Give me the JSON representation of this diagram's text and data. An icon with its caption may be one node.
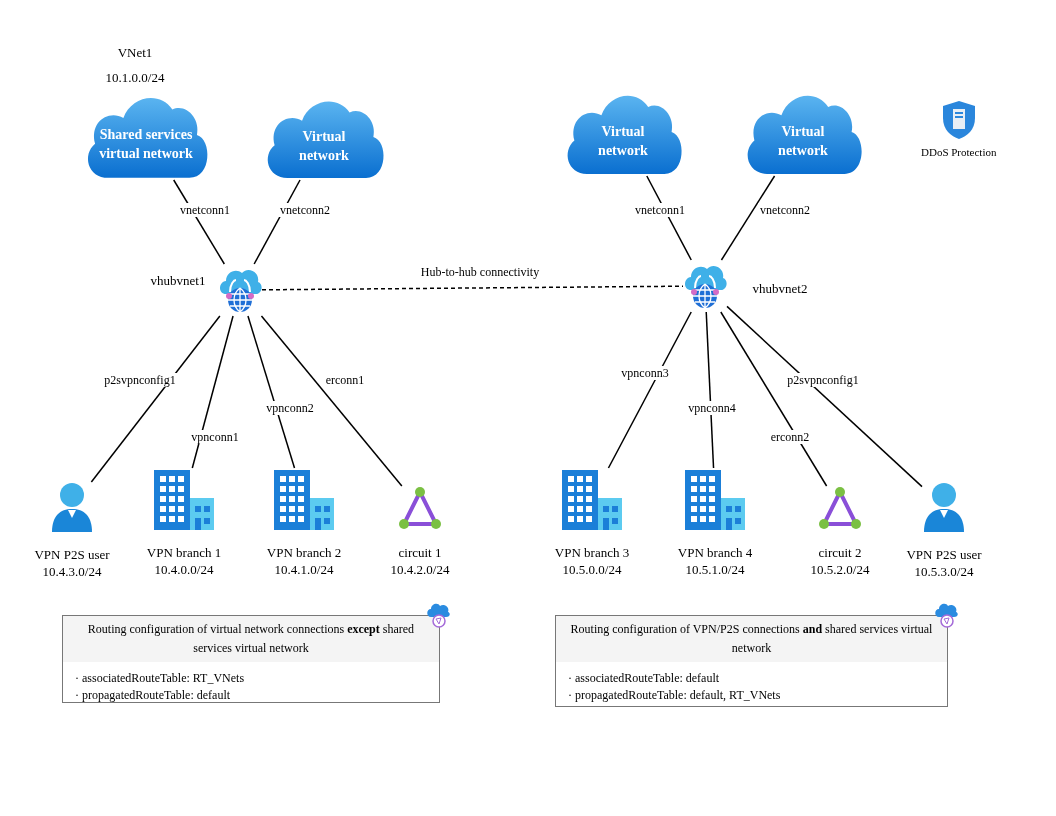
{
  "diagram": {
    "nodes": [
      {
        "text": [
          "Shared services virtual network"
        ],
        "beside": [
          "VNet1",
          "10.1.0.0/24"
        ]
      },
      {
        "text": [
          "Virtual network"
        ]
      },
      {
        "text": [
          "Virtual network"
        ]
      },
      {
        "text": [
          "Virtual network"
        ]
      },
      {
        "text": [],
        "shape": "cloud",
        "beside": [
          "vhubvnet1"
        ]
      },
      {
        "text": [],
        "shape": "cloud",
        "beside": [
          "vhubvnet2"
        ]
      },
      {
        "text": [],
        "shape": "person",
        "beside": [
          "VPN P2S user",
          "10.4.3.0/24"
        ]
      },
      {
        "text": [],
        "shape": "building",
        "beside": [
          "VPN branch 1",
          "10.4.0.0/24"
        ]
      },
      {
        "text": [],
        "shape": "building",
        "beside": [
          "VPN branch 2",
          "10.4.1.0/24"
        ]
      },
      {
        "text": [],
        "shape": "triangle",
        "beside": [
          "circuit 1",
          "10.4.2.0/24"
        ]
      },
      {
        "text": [],
        "shape": "building",
        "beside": [
          "VPN branch 3",
          "10.5.0.0/24"
        ]
      },
      {
        "text": [],
        "shape": "building",
        "beside": [
          "VPN branch 4",
          "10.5.1.0/24"
        ]
      },
      {
        "text": [],
        "shape": "triangle",
        "beside": [
          "circuit 2",
          "10.5.2.0/24"
        ]
      },
      {
        "text": [],
        "shape": "person",
        "beside": [
          "VPN P2S user",
          "10.5.3.0/24"
        ]
      },
      {
        "text": [
          "Routing configuration of virtual network connections **except** shared services virtual network",
          "· associatedRouteTable: RT_VNets",
          "· propagatedRouteTable: default"
        ]
      },
      {
        "text": [
          "Routing configuration of VPN/P2S connections **and** shared services virtual network",
          "· associatedRouteTable: default",
          "· propagatedRouteTable: default, RT_VNets"
        ]
      }
    ],
    "edges": [
      {
        "from": 0,
        "to": 4,
        "arrow": "none",
        "label": "vnetconn1"
      },
      {
        "from": 1,
        "to": 4,
        "arrow": "none",
        "label": "vnetconn2"
      },
      {
        "from": 4,
        "to": 5,
        "arrow": "none",
        "label": "Hub-to-hub connectivity",
        "style": "dashed"
      },
      {
        "from": 2,
        "to": 5,
        "arrow": "none",
        "label": "vnetconn1"
      },
      {
        "from": 3,
        "to": 5,
        "arrow": "none",
        "label": "vnetconn2"
      },
      {
        "from": 4,
        "to": 6,
        "arrow": "none",
        "label": "p2svpnconfig1"
      },
      {
        "from": 4,
        "to": 7,
        "arrow": "none",
        "label": "vpnconn1"
      },
      {
        "from": 4,
        "to": 8,
        "arrow": "none",
        "label": "vpnconn2"
      },
      {
        "from": 4,
        "to": 9,
        "arrow": "none",
        "label": "erconn1"
      },
      {
        "from": 5,
        "to": 10,
        "arrow": "none",
        "label": "vpnconn3"
      },
      {
        "from": 5,
        "to": 11,
        "arrow": "none",
        "label": "vpnconn4"
      },
      {
        "from": 5,
        "to": 12,
        "arrow": "none",
        "label": "erconn2"
      },
      {
        "from": 5,
        "to": 13,
        "arrow": "none",
        "label": "p2svpnconfig1"
      }
    ],
    "labels": [
      "DDoS Protection"
    ]
  }
}
